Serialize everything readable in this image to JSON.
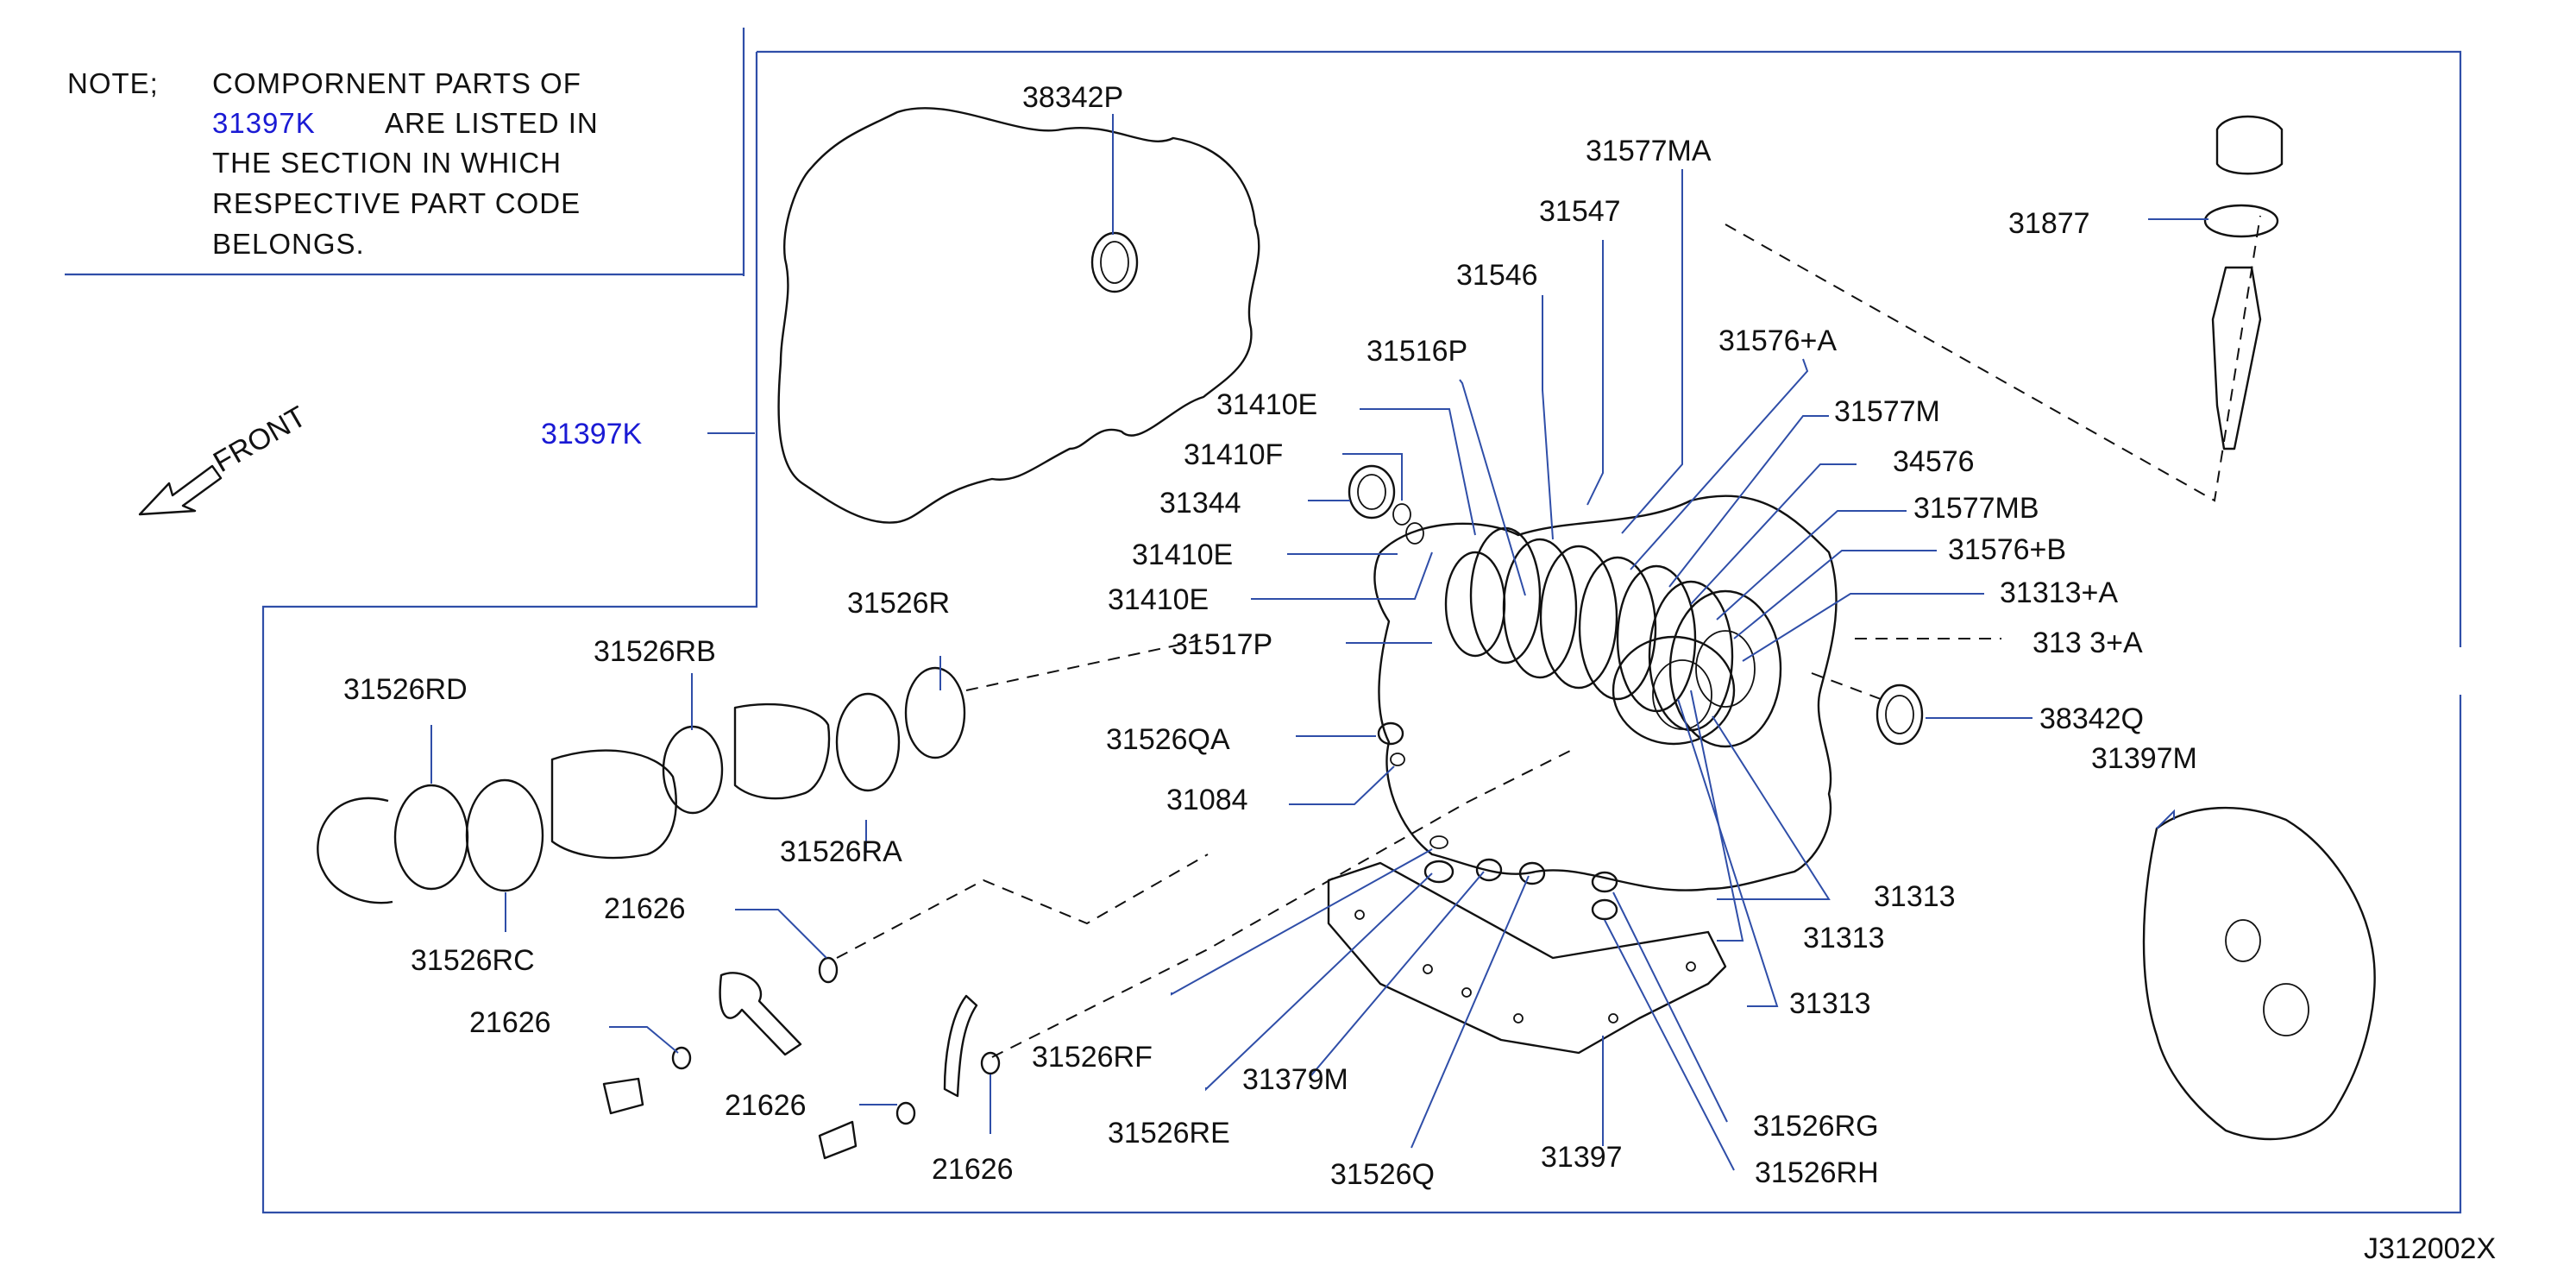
{
  "note": {
    "lead": "NOTE;",
    "line1": "COMPORNENT  PARTS  OF",
    "link_part": "31397K",
    "line2_rest": "ARE  LISTED  IN",
    "line3": "THE  SECTION  IN  WHICH",
    "line4": "RESPECTIVE  PART  CODE",
    "line5": "BELONGS."
  },
  "front_label": "FRONT",
  "diagram_code": "J312002X",
  "labels": {
    "l_38342P": "38342P",
    "l_31397K": "31397K",
    "l_31577MA": "31577MA",
    "l_31547": "31547",
    "l_31546": "31546",
    "l_31516P": "31516P",
    "l_31576A": "31576+A",
    "l_31410E_a": "31410E",
    "l_31577M": "31577M",
    "l_31410F": "31410F",
    "l_34576": "34576",
    "l_31344": "31344",
    "l_31577MB": "31577MB",
    "l_31410E_b": "31410E",
    "l_31576B": "31576+B",
    "l_31410E_c": "31410E",
    "l_31313A": "31313+A",
    "l_31517P": "31517P",
    "l_31313A_dup": "313 3+A",
    "l_31877": "31877",
    "l_31526R": "31526R",
    "l_31526RB": "31526RB",
    "l_31526RD": "31526RD",
    "l_31526QA": "31526QA",
    "l_38342Q": "38342Q",
    "l_31397M": "31397M",
    "l_31084": "31084",
    "l_31526RA": "31526RA",
    "l_21626_a": "21626",
    "l_31526RC": "31526RC",
    "l_31313_a": "31313",
    "l_31313_b": "31313",
    "l_21626_b": "21626",
    "l_31313_c": "31313",
    "l_31526RF": "31526RF",
    "l_31379M": "31379M",
    "l_21626_c": "21626",
    "l_31526RE": "31526RE",
    "l_31526RG": "31526RG",
    "l_31397": "31397",
    "l_21626_d": "21626",
    "l_31526Q": "31526Q",
    "l_31526RH": "31526RH"
  }
}
